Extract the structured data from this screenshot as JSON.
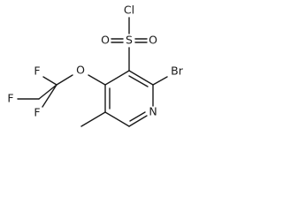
{
  "molecule": {
    "atoms": {
      "cl": "Cl",
      "s": "S",
      "o_left": "O",
      "o_right": "O",
      "o_ether": "O",
      "br": "Br",
      "n": "N",
      "f_top": "F",
      "f_left": "F",
      "f_bottom": "F"
    }
  }
}
